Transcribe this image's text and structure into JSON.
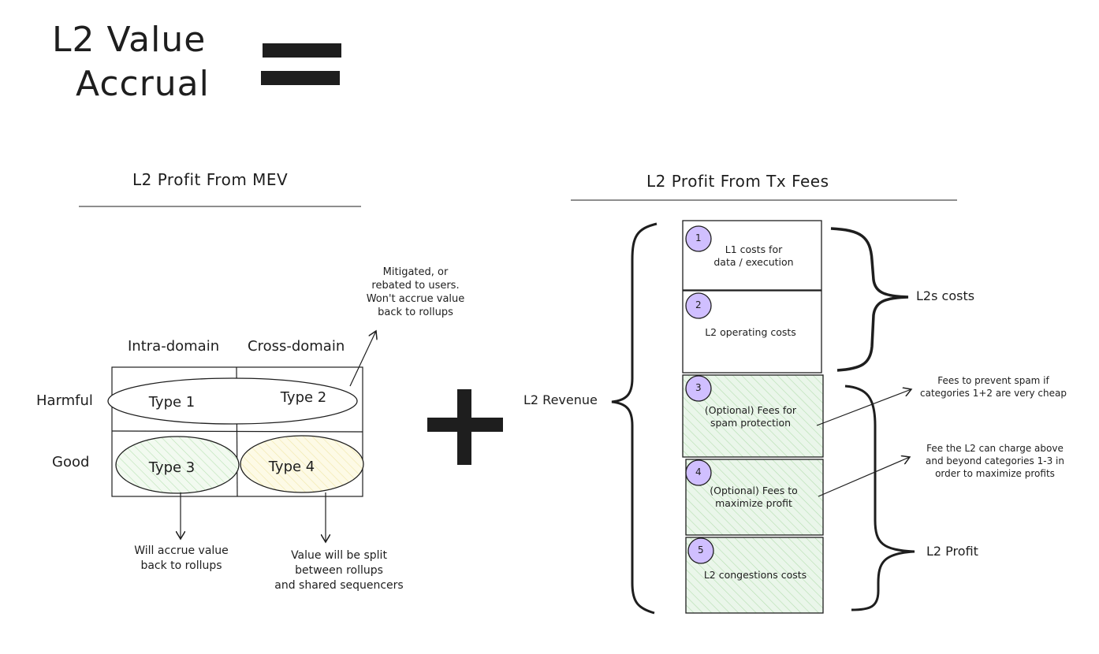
{
  "title": {
    "line1": "L2 Value",
    "line2": "Accrual"
  },
  "mev": {
    "heading": "L2 Profit From MEV",
    "col_headers": [
      "Intra-domain",
      "Cross-domain"
    ],
    "row_headers": [
      "Harmful",
      "Good"
    ],
    "cells": [
      "Type 1",
      "Type 2",
      "Type 3",
      "Type 4"
    ],
    "note_harmful": "Mitigated, or rebated to users. Won't accrue value back to rollups",
    "note_harmful_lines": [
      "Mitigated, or",
      "rebated to users.",
      "Won't accrue value",
      "back to rollups"
    ],
    "note_type3_lines": [
      "Will accrue value",
      "back to rollups"
    ],
    "note_type4_lines": [
      "Value will be split",
      "between rollups",
      "and shared sequencers"
    ]
  },
  "fees": {
    "heading": "L2 Profit From Tx Fees",
    "revenue_label": "L2 Revenue",
    "costs_label": "L2s costs",
    "profit_label": "L2 Profit",
    "boxes": [
      {
        "num": "1",
        "lines": [
          "L1 costs for",
          "data / execution"
        ]
      },
      {
        "num": "2",
        "lines": [
          "L2 operating costs"
        ]
      },
      {
        "num": "3",
        "lines": [
          "(Optional) Fees for",
          "spam protection"
        ]
      },
      {
        "num": "4",
        "lines": [
          "(Optional) Fees to",
          "maximize profit"
        ]
      },
      {
        "num": "5",
        "lines": [
          "L2 congestions costs"
        ]
      }
    ],
    "note_spam_lines": [
      "Fees to prevent spam if",
      "categories 1+2 are very cheap"
    ],
    "note_max_lines": [
      "Fee the L2 can charge above",
      "and beyond categories 1-3 in",
      "order to maximize profits"
    ]
  },
  "colors": {
    "ink": "#1e1e1e",
    "type3_fill": "#e9f5e9",
    "type4_fill": "#fdf9e0",
    "profit_box_fill": "#eef8ec",
    "circle_fill": "#d0bfff"
  }
}
